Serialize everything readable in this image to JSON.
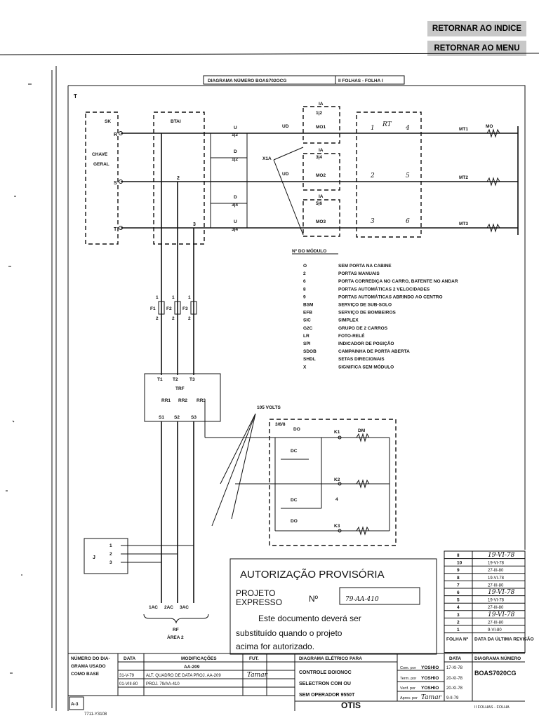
{
  "nav": {
    "index_label": "RETORNAR AO INDICE",
    "menu_label": "RETORNAR AO MENU"
  },
  "header": {
    "title": "DIAGRAMA NÚMERO BOAS702OCG",
    "sheets": "II FOLHAS - FOLHA I"
  },
  "blocks": {
    "sk": "SK",
    "chave": "CHAVE",
    "geral": "GERAL",
    "btai": "BTAI",
    "trf": "TRF",
    "rf": "RF",
    "area": "ÁREA 2",
    "j": "J"
  },
  "terminals": {
    "r": "R",
    "s": "S",
    "t": "T",
    "n2": "2",
    "n3": "3"
  },
  "contacts": {
    "u": "U",
    "ud": "UD",
    "d": "D",
    "ia": "IA",
    "mo1": "MO1",
    "mo2": "MO2",
    "mo3": "MO3",
    "x1a": "X1A",
    "n12": "1|2",
    "n34": "3|4",
    "n56": "5|6",
    "rt": "RT",
    "rt1": "1",
    "rt2": "2",
    "rt3": "3",
    "rt4": "4",
    "rt5": "5",
    "rt6": "6",
    "mt1": "MT1",
    "mt2": "MT2",
    "mt3": "MT3",
    "mo": "MO"
  },
  "fuses": {
    "f1": "F1",
    "f2": "F2",
    "f3": "F3",
    "n1": "1",
    "n2": "2"
  },
  "trf_terms": {
    "t1": "T1",
    "t2": "T2",
    "t3": "T3",
    "rr1": "RR1",
    "rr2": "RR2",
    "rr3": "RR3",
    "s1": "S1",
    "s2": "S2",
    "s3": "S3"
  },
  "volts": "105 VOLTS",
  "door": {
    "label": "3/6/8",
    "do": "DO",
    "dc": "DC",
    "k1": "K1",
    "k2": "K2",
    "k3": "K3",
    "dm": "DM",
    "n4": "4"
  },
  "j_terms": [
    "1",
    "2",
    "3"
  ],
  "area_terms": [
    "1AC",
    "2AC",
    "3AC"
  ],
  "legend": {
    "title": "Nº DO MÓDULO",
    "items": [
      {
        "code": "O",
        "desc": "SEM PORTA NA CABINE"
      },
      {
        "code": "2",
        "desc": "PORTAS MANUAIS"
      },
      {
        "code": "6",
        "desc": "PORTA CORREDIÇA NO CARRO, BATENTE NO ANDAR"
      },
      {
        "code": "8",
        "desc": "PORTAS AUTOMÁTICAS 2 VELOCIDADES"
      },
      {
        "code": "9",
        "desc": "PORTAS AUTOMÁTICAS ABRINDO AO CENTRO"
      },
      {
        "code": "BSM",
        "desc": "SERVIÇO DE SUB-SOLO"
      },
      {
        "code": "EFB",
        "desc": "SERVIÇO DE BOMBEIROS"
      },
      {
        "code": "SIC",
        "desc": "SIMPLEX"
      },
      {
        "code": "G2C",
        "desc": "GRUPO DE 2 CARROS"
      },
      {
        "code": "LR",
        "desc": "FOTO-RELÉ"
      },
      {
        "code": "SPI",
        "desc": "INDICADOR DE POSIÇÃO"
      },
      {
        "code": "SDOB",
        "desc": "CAMPAINHA DE PORTA ABERTA"
      },
      {
        "code": "SHDL",
        "desc": "SETAS DIRECIONAIS"
      },
      {
        "code": "X",
        "desc": "SIGNIFICA SEM MÓDULO"
      }
    ]
  },
  "stamp": {
    "title": "AUTORIZAÇÃO PROVISÓRIA",
    "projeto": "PROJETO",
    "expresso": "EXPRESSO",
    "no": "Nº",
    "number": "79-AA-410",
    "line1": "Este documento deverá ser",
    "line2": "substituído quando o projeto",
    "line3": "acima for autorizado."
  },
  "revisions": {
    "rows": [
      {
        "folha": "II",
        "data": "19-VI-78"
      },
      {
        "folha": "10",
        "data": "19-VI-78"
      },
      {
        "folha": "9",
        "data": "27-III-80"
      },
      {
        "folha": "8",
        "data": "19-VI-78"
      },
      {
        "folha": "7",
        "data": "27-III-80"
      },
      {
        "folha": "6",
        "data": "19-VI-78"
      },
      {
        "folha": "5",
        "data": "19-VI-78"
      },
      {
        "folha": "4",
        "data": "27-III-80"
      },
      {
        "folha": "3",
        "data": "19-VI-78"
      },
      {
        "folha": "2",
        "data": "27-III-80"
      },
      {
        "folha": "1",
        "data": "9-VI-80"
      }
    ],
    "folha_header": "FOLHA Nº",
    "data_header": "DATA DA ÚLTIMA REVISÃO"
  },
  "title_block": {
    "numero_label_1": "NÚMERO DO DIA-",
    "numero_label_2": "GRAMA USADO",
    "numero_label_3": "COMO BASE",
    "data_h": "DATA",
    "mod_h": "MODIFICAÇÕES",
    "fut_h": "FUT.",
    "mods": [
      {
        "data": "31-V-79",
        "text": "ALT. QUADRO DE DATA PROJ. AA-209",
        "fut": "Tamar"
      },
      {
        "data": "01-VIII-80",
        "text": "PROJ. 79/AA-410",
        "fut": ""
      }
    ],
    "mod_top": "AA-209",
    "diag_h": "DIAGRAMA ELÉTRICO PARA",
    "diag_1": "CONTROLE BOIONOC",
    "diag_2": "SELECTRON COM OU",
    "diag_3": "SEM OPERADOR 9550T",
    "brand": "OTIS",
    "sig": [
      {
        "role": "Com. por",
        "name": "YOSHIO",
        "date": "17-XI-78"
      },
      {
        "role": "Term. por",
        "name": "YOSHIO",
        "date": "20-XI-78"
      },
      {
        "role": "Verif. por",
        "name": "YOSHIO",
        "date": "20-XI-78"
      },
      {
        "role": "Aprov. por",
        "name": "Tamar",
        "date": "9-II-79"
      }
    ],
    "data_col": "DATA",
    "diag_num_h": "DIAGRAMA NÚMERO",
    "diag_num": "BOAS7020CG",
    "folhas": "II FOLHAS - FOLHA",
    "sheet_ref": "A-3",
    "code": "7711-Y3108"
  }
}
